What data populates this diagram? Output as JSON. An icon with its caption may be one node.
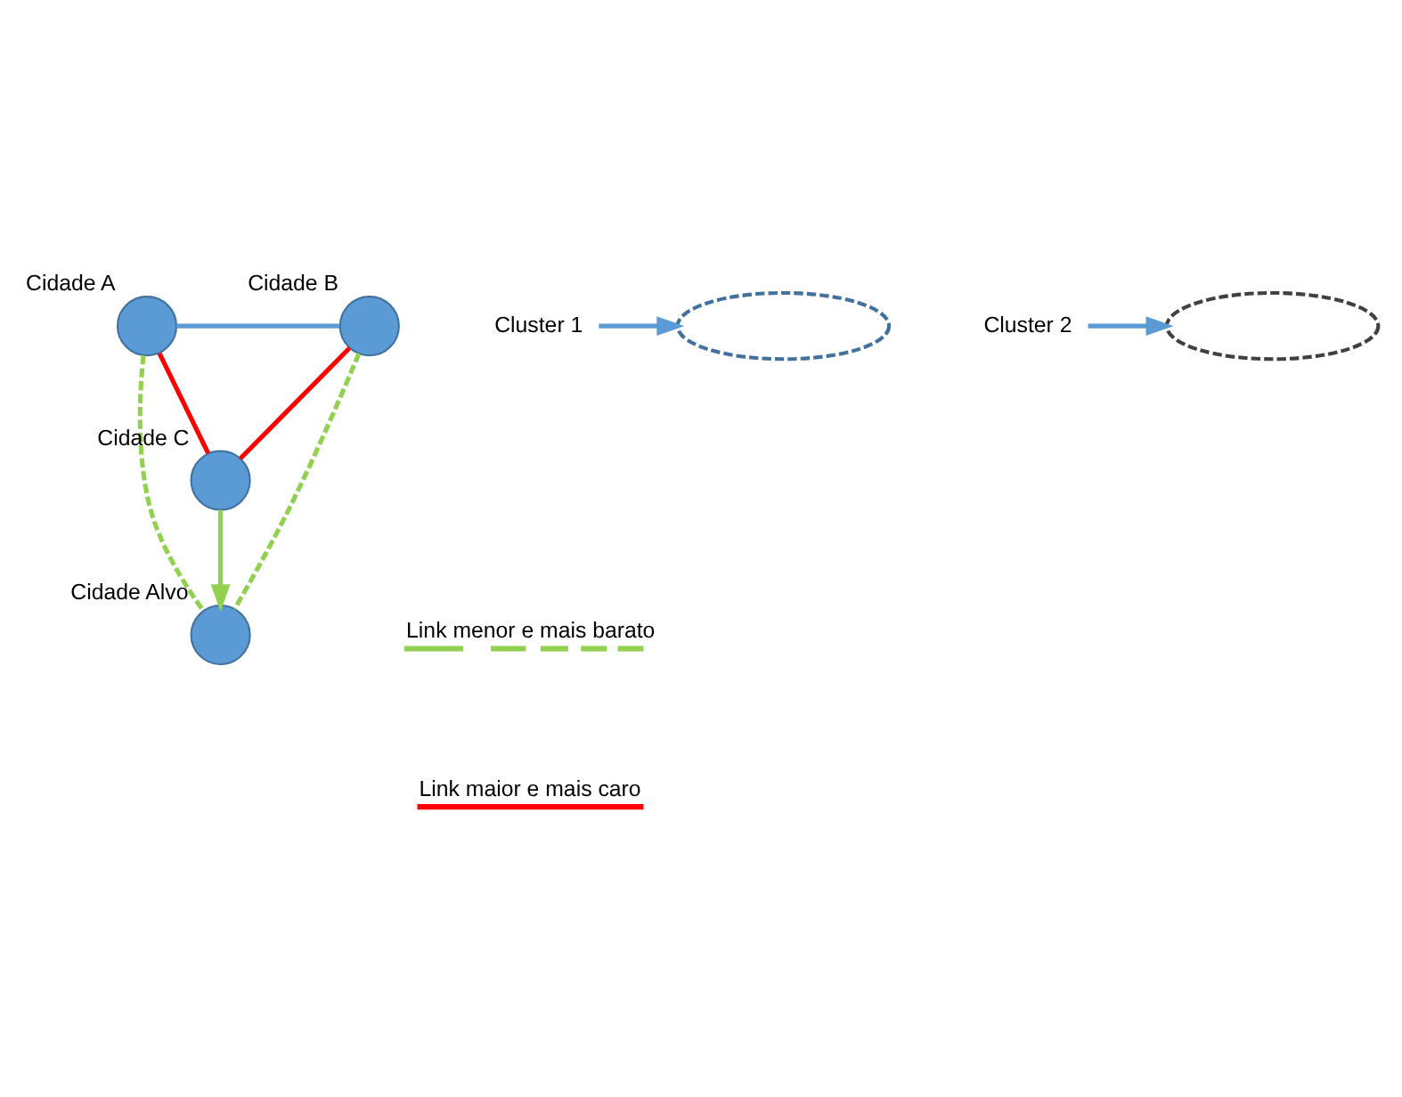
{
  "diagram": {
    "nodes": [
      {
        "text": [
          "Cidade A"
        ]
      },
      {
        "text": [
          "Cidade B"
        ]
      },
      {
        "text": [],
        "shape": "curve"
      },
      {
        "text": [
          "Cluster 1"
        ]
      },
      {
        "text": [
          "Cidade Alvo"
        ]
      },
      {
        "text": [],
        "shape": "curve"
      },
      {
        "text": [
          "Cluster 2"
        ]
      },
      {
        "text": [
          "Cidade C"
        ]
      }
    ],
    "edges": [
      {
        "from": 0,
        "to": 1,
        "arrow": "none",
        "color": "#5b9bd5"
      },
      {
        "from": 0,
        "to": 4,
        "arrow": "none",
        "style": "dashed",
        "color": "#92d050"
      },
      {
        "from": 1,
        "to": 4,
        "arrow": "none",
        "style": "dashed",
        "color": "#92d050"
      },
      {
        "from": 0,
        "to": 7,
        "arrow": "none",
        "color": "#ff0000"
      },
      {
        "from": 1,
        "to": 7,
        "arrow": "none",
        "color": "#ff0000"
      },
      {
        "from": 7,
        "to": 4,
        "arrow": "to",
        "color": "#92d050"
      },
      {
        "from": 3,
        "to": 2,
        "arrow": "to",
        "color": "#5b9bd5"
      },
      {
        "from": 6,
        "to": 5,
        "arrow": "to",
        "color": "#5b9bd5"
      }
    ],
    "legend": [
      {
        "text": "Link menor e mais barato"
      },
      {
        "text": "Link maior e mais caro"
      }
    ]
  }
}
